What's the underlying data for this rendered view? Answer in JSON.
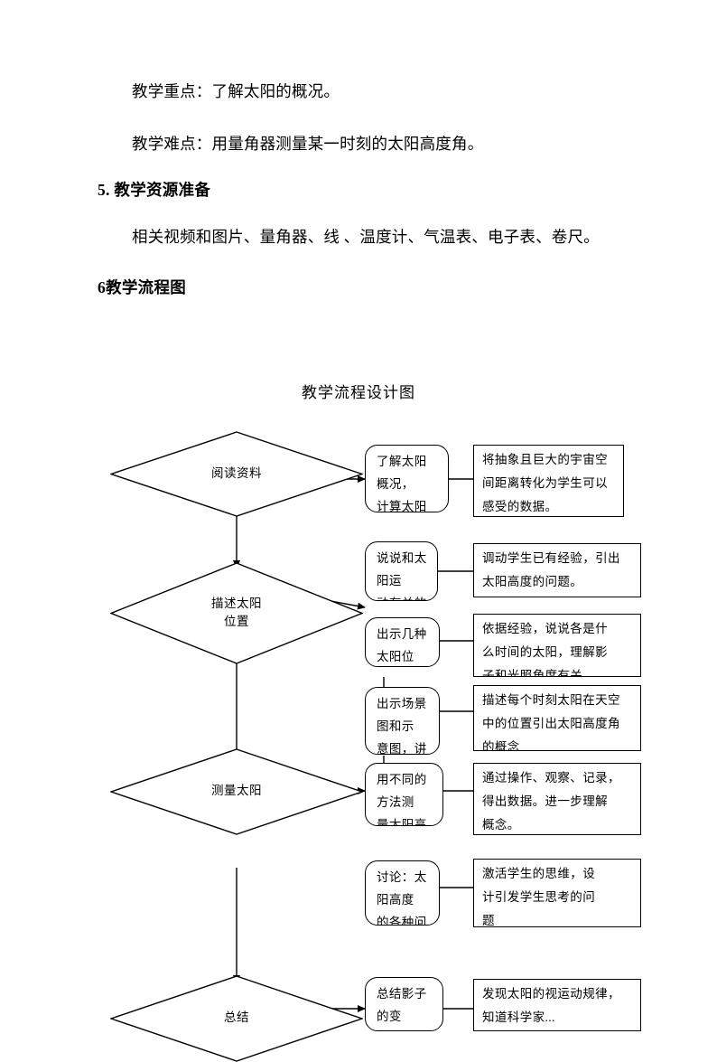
{
  "document": {
    "paragraphs": [
      {
        "id": "key-point",
        "text": "教学重点：了解太阳的概况。",
        "type": "body"
      },
      {
        "id": "difficulty",
        "text": "教学难点：用量角器测量某一时刻的太阳高度角。",
        "type": "body"
      },
      {
        "id": "section5-heading",
        "text": "5. 教学资源准备",
        "type": "heading"
      },
      {
        "id": "resources",
        "text": "相关视频和图片、量角器、线 、温度计、气温表、电子表、卷尺。",
        "type": "body"
      },
      {
        "id": "section6-heading",
        "text": "6教学流程图",
        "type": "heading"
      }
    ]
  },
  "flowchart": {
    "title": "教学流程设计图",
    "stages": [
      {
        "id": "stage-read",
        "label": "阅读资料"
      },
      {
        "id": "stage-describe",
        "label": "描述太阳\n位置"
      },
      {
        "id": "stage-measure",
        "label": "测量太阳"
      },
      {
        "id": "stage-summary",
        "label": "总结"
      }
    ],
    "activities": [
      {
        "id": "activity-1",
        "text": "了解太阳概况，\n计算太阳光照到\n地球的时间"
      },
      {
        "id": "activity-2",
        "text": "说说和太阳运\n动有关的成语。"
      },
      {
        "id": "activity-3",
        "text": "出示几种太阳位\n置图。"
      },
      {
        "id": "activity-4",
        "text": "出示场景图和示\n意图，讲解太阳\n高度角。"
      },
      {
        "id": "activity-5",
        "text": "用不同的方法测\n量太阳高度角。"
      },
      {
        "id": "activity-6",
        "text": "讨论：太阳高度\n的各种问题。"
      },
      {
        "id": "activity-7",
        "text": "总结影子的变\n化规律及太阳\n高度角。"
      }
    ],
    "notes": [
      {
        "id": "note-1",
        "text": "将抽象且巨大的宇宙空\n间距离转化为学生可以\n感受的数据。"
      },
      {
        "id": "note-2",
        "text": "调动学生已有经验，引出\n太阳高度的问题。"
      },
      {
        "id": "note-3",
        "text": "依据经验，说说各是什\n么时间的太阳，理解影\n子和光照角度有关"
      },
      {
        "id": "note-4",
        "text": "描述每个时刻太阳在天空\n中的位置引出太阳高度角\n的概念"
      },
      {
        "id": "note-5",
        "text": "通过操作、观察、记录，\n得出数据。进一步理解\n概念。"
      },
      {
        "id": "note-6",
        "text": "激活学生的思维，设\n计引发学生思考的问\n题"
      },
      {
        "id": "note-7",
        "text": "发现太阳的视运动规律，\n知道科学家..."
      }
    ],
    "colors": {
      "line": "#000000",
      "text": "#000000",
      "background": "#ffffff"
    }
  }
}
